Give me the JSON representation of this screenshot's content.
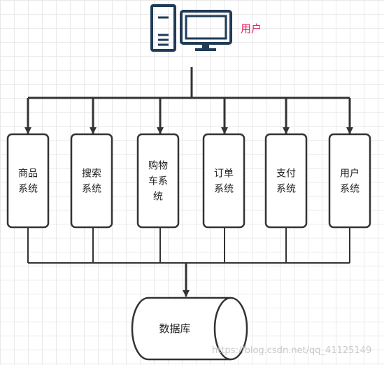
{
  "colors": {
    "stroke": "#333333",
    "icon": "#1f3b57",
    "user_label": "#e0245e",
    "node_fill": "#ffffff"
  },
  "user": {
    "label": "用户",
    "icons": [
      "computer-tower-icon",
      "monitor-icon"
    ]
  },
  "systems": [
    {
      "lines": [
        "商品",
        "系统"
      ]
    },
    {
      "lines": [
        "搜索",
        "系统"
      ]
    },
    {
      "lines": [
        "购物",
        "车系",
        "统"
      ]
    },
    {
      "lines": [
        "订单",
        "系统"
      ]
    },
    {
      "lines": [
        "支付",
        "系统"
      ]
    },
    {
      "lines": [
        "用户",
        "系统"
      ]
    }
  ],
  "database": {
    "label": "数据库"
  },
  "watermark": "https://blog.csdn.net/qq_41125149"
}
